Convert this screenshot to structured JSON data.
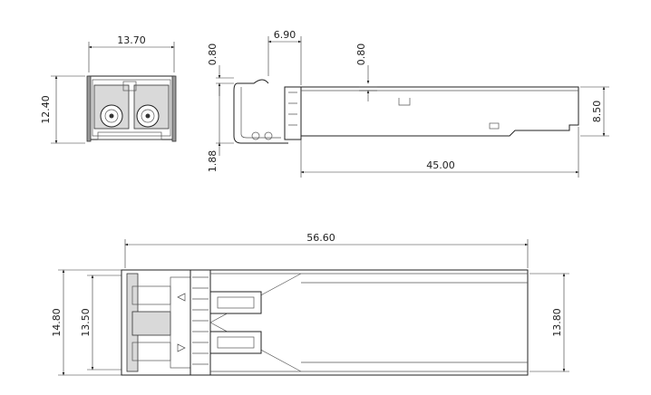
{
  "dimensions": {
    "front_width": "13.70",
    "front_height": "12.40",
    "side_latch_height": "0.80",
    "side_latch_offset": "6.90",
    "side_top_right": "0.80",
    "side_bottom": "1.88",
    "side_height": "8.50",
    "side_length": "45.00",
    "top_total_length": "56.60",
    "top_outer_width": "14.80",
    "top_inner_width": "13.50",
    "top_body_width": "13.80"
  }
}
